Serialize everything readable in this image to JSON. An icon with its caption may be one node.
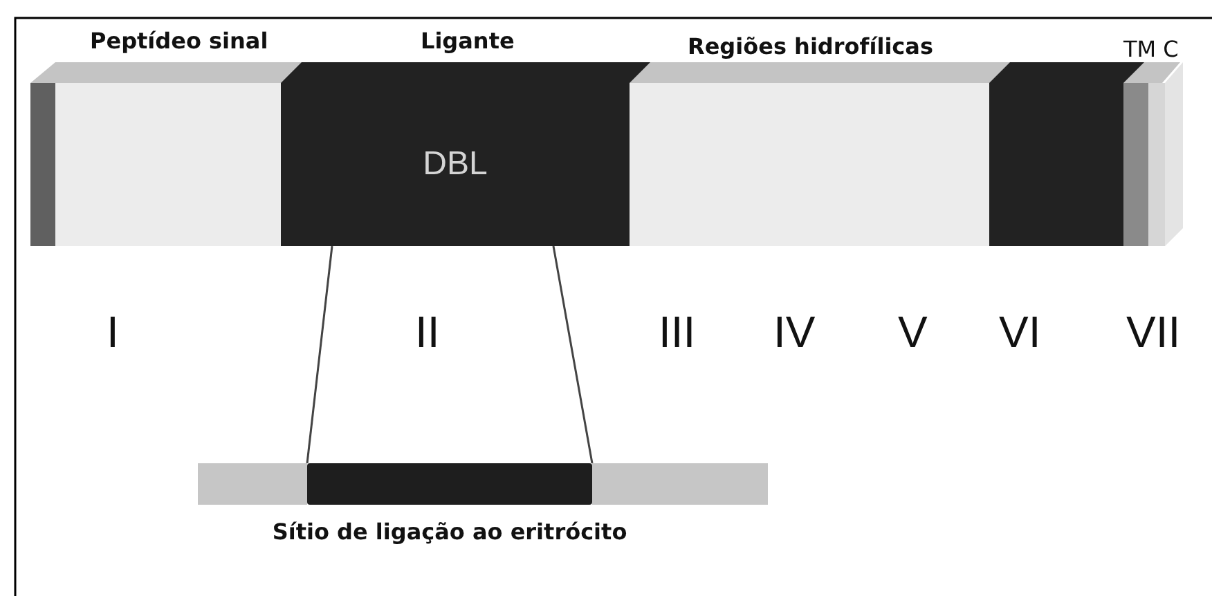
{
  "diagram": {
    "nodes": [
      {
        "text": [
          "DBL"
        ]
      },
      {
        "text": [
          "Sítio de ligação ao eritrócito"
        ]
      }
    ],
    "edges": [
      {
        "from": 0,
        "to": 1,
        "arrow": "none"
      },
      {
        "from": 0,
        "to": 1,
        "arrow": "none"
      }
    ],
    "labels": [
      "Peptídeo sinal",
      "Ligante",
      "Regiões hidrofílicas",
      "TM C",
      "I",
      "II",
      "III",
      "IV",
      "V",
      "VI",
      "VII"
    ]
  }
}
